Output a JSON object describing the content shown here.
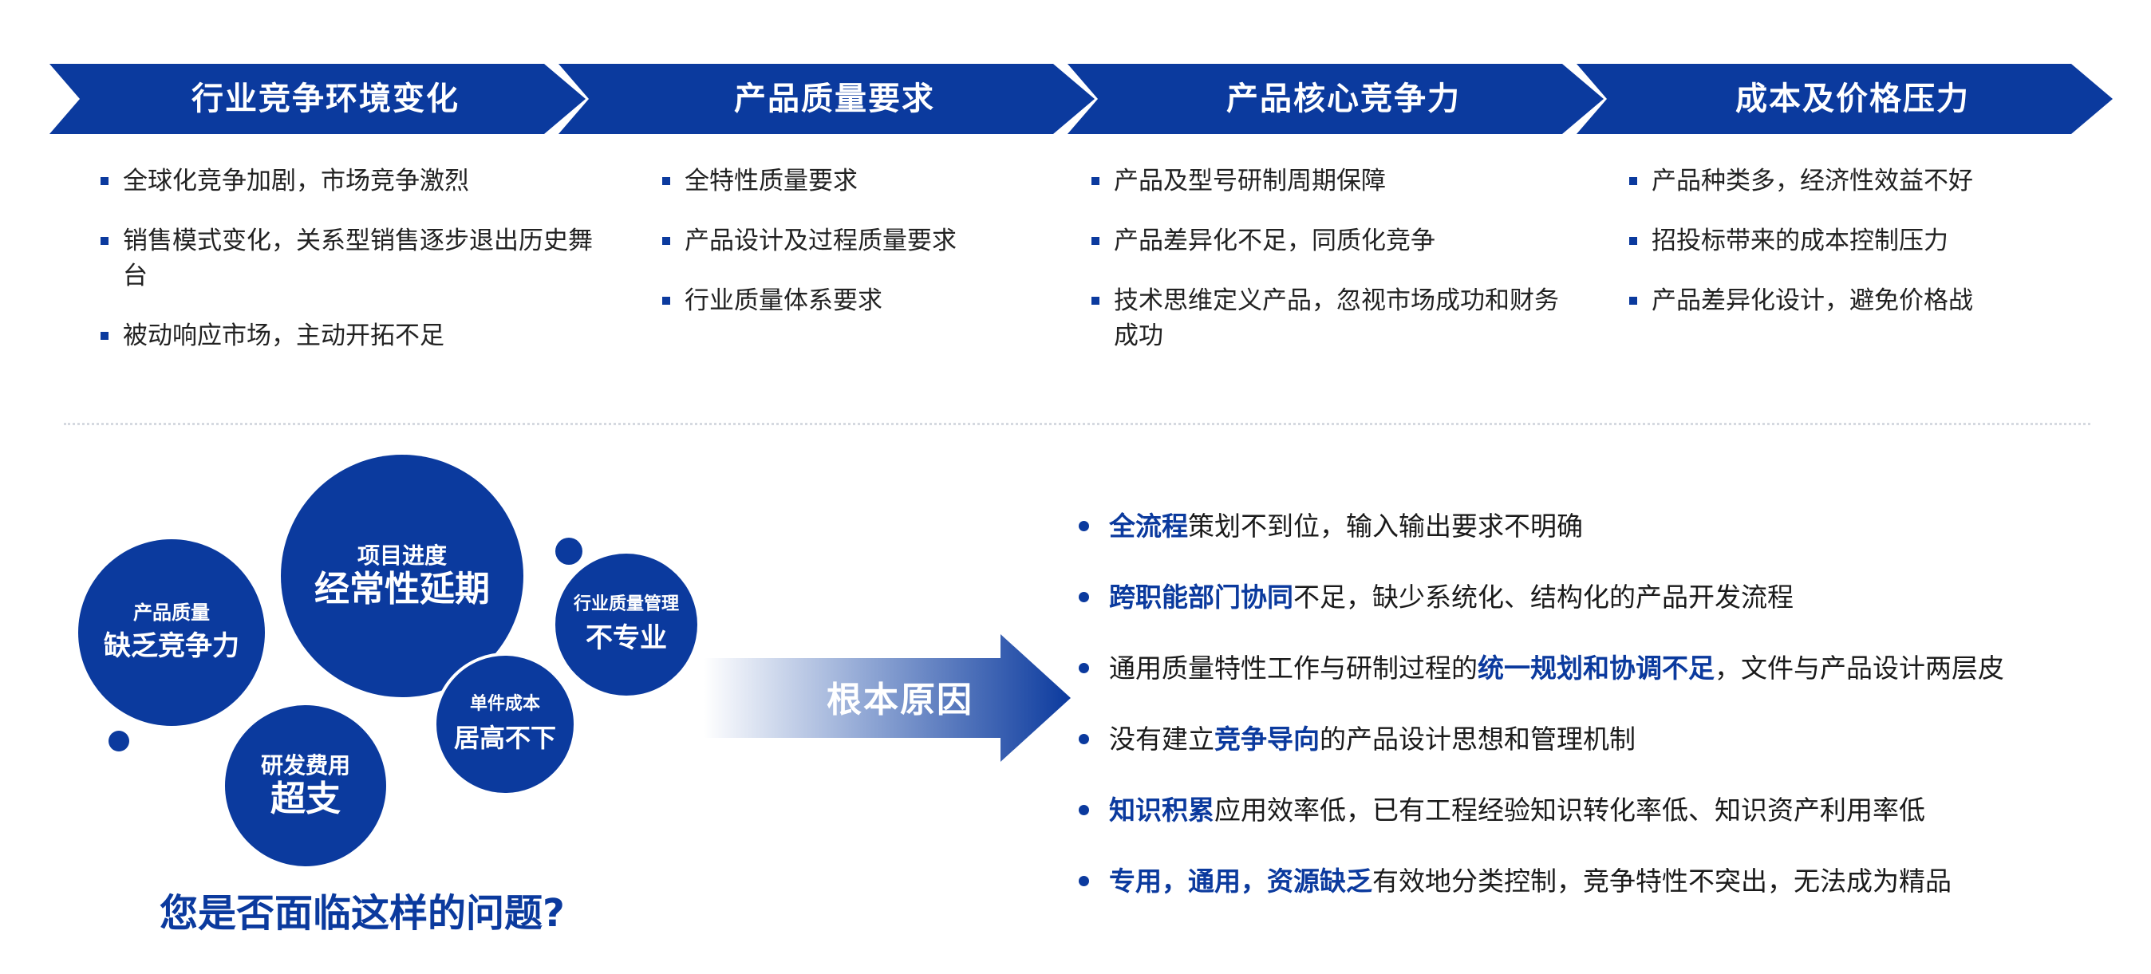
{
  "headers": [
    {
      "label": "行业竞争环境变化"
    },
    {
      "label": "产品质量要求"
    },
    {
      "label": "产品核心竞争力"
    },
    {
      "label": "成本及价格压力"
    }
  ],
  "columns": [
    {
      "items": [
        "全球化竞争加剧，市场竞争激烈",
        "销售模式变化，关系型销售逐步退出历史舞台",
        "被动响应市场，主动开拓不足"
      ]
    },
    {
      "items": [
        "全特性质量要求",
        "产品设计及过程质量要求",
        "行业质量体系要求"
      ]
    },
    {
      "items": [
        "产品及型号研制周期保障",
        "产品差异化不足，同质化竞争",
        "技术思维定义产品，忽视市场成功和财务成功"
      ]
    },
    {
      "items": [
        "产品种类多，经济性效益不好",
        "招投标带来的成本控制压力",
        "产品差异化设计，避免价格战"
      ]
    }
  ],
  "bubbles": {
    "quality": {
      "small": "产品质量",
      "large": "缺乏竞争力"
    },
    "schedule": {
      "small": "项目进度",
      "large": "经常性延期"
    },
    "industry": {
      "small": "行业质量管理",
      "large": "不专业"
    },
    "unit_cost": {
      "small": "单件成本",
      "large": "居高不下"
    },
    "rd_cost": {
      "small": "研发费用",
      "large": "超支"
    }
  },
  "question": "您是否面临这样的问题?",
  "arrow_label": "根本原因",
  "causes": [
    {
      "highlight": "全流程",
      "text": "策划不到位，输入输出要求不明确"
    },
    {
      "highlight": "跨职能部门协同",
      "text": "不足，缺少系统化、结构化的产品开发流程"
    },
    {
      "prefix": "通用质量特性工作与研制过程的",
      "highlight": "统一规划和协调不足",
      "text": "，文件与产品设计两层皮"
    },
    {
      "prefix": "没有建立",
      "highlight": "竞争导向",
      "text": "的产品设计思想和管理机制"
    },
    {
      "highlight": "知识积累",
      "text": "应用效率低，已有工程经验知识转化率低、知识资产利用率低"
    },
    {
      "highlight": "专用，通用，资源缺乏",
      "text": "有效地分类控制，竞争特性不突出，无法成为精品"
    }
  ],
  "colors": {
    "primary": "#0b3a9e"
  }
}
